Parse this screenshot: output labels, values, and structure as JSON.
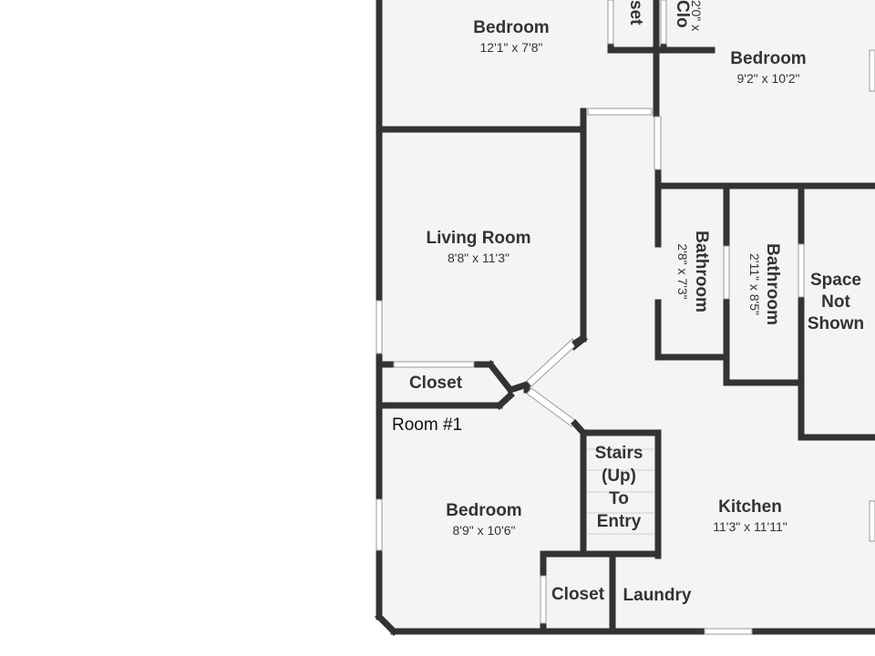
{
  "rooms": {
    "bedroom_top_left": {
      "name": "Bedroom",
      "dims": "12'1\" x 7'8\""
    },
    "bedroom_top_right": {
      "name": "Bedroom",
      "dims": "9'2\" x 10'2\""
    },
    "closet_top_a": {
      "name": "set"
    },
    "closet_top_b": {
      "name": "Clo",
      "dims": "2'0\" x"
    },
    "living_room": {
      "name": "Living Room",
      "dims": "8'8\" x 11'3\""
    },
    "bathroom_1": {
      "name": "Bathroom",
      "dims": "2'8\" x 7'3\""
    },
    "bathroom_2": {
      "name": "Bathroom",
      "dims": "2'11\" x 8'5\""
    },
    "space_not_shown": {
      "line1": "Space",
      "line2": "Not",
      "line3": "Shown"
    },
    "closet_mid": {
      "name": "Closet"
    },
    "bedroom_bottom": {
      "name": "Bedroom",
      "dims": "8'9\" x 10'6\""
    },
    "stairs": {
      "line1": "Stairs",
      "line2": "(Up)",
      "line3": "To",
      "line4": "Entry"
    },
    "kitchen": {
      "name": "Kitchen",
      "dims": "11'3\" x 11'11\""
    },
    "closet_bottom": {
      "name": "Closet"
    },
    "laundry": {
      "name": "Laundry"
    }
  },
  "annotation": {
    "room_label": "Room #1"
  },
  "colors": {
    "wall": "#333333",
    "floor": "#f4f4f4",
    "background": "#ffffff"
  }
}
